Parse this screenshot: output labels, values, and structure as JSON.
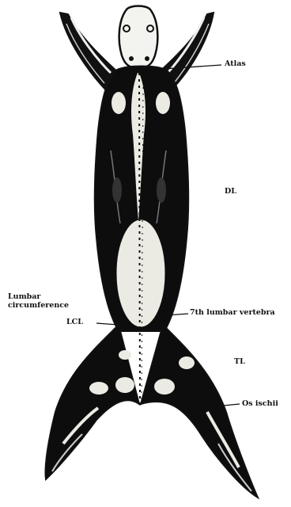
{
  "labels": {
    "atlas": "Atlas",
    "dl": "DL",
    "lumbar_circumference": "Lumbar circumference",
    "lcl": "LCL",
    "lumbar_vertebra": "7th lumbar vertebra",
    "tl": "TL",
    "os_ischii": "Os ischii"
  },
  "colors": {
    "ink": "#111111",
    "paper": "#ffffff",
    "pale": "#ebebe4"
  }
}
